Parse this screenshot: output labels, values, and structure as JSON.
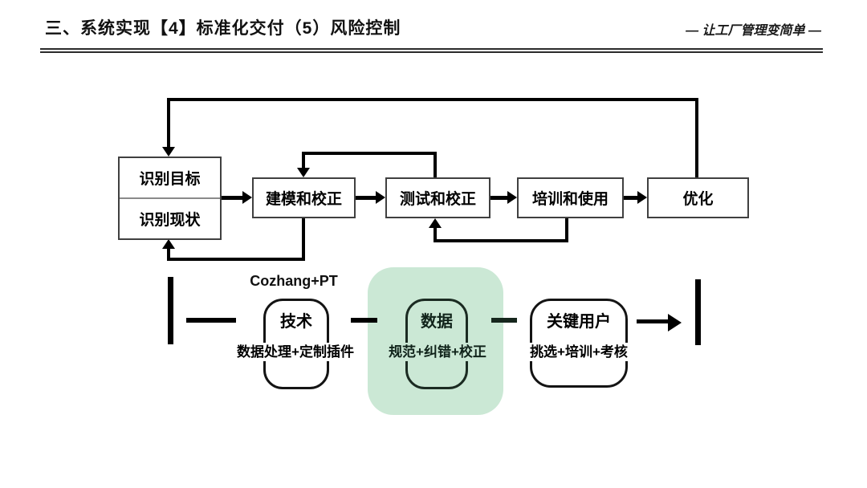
{
  "header": {
    "title": "三、系统实现【4】标准化交付（5）风险控制",
    "slogan": "— 让工厂管理变简单 —"
  },
  "flow": {
    "start": {
      "top": "识别目标",
      "bottom": "识别现状"
    },
    "steps": [
      "建模和校正",
      "测试和校正",
      "培训和使用",
      "优化"
    ]
  },
  "pillars": {
    "annotation": "Cozhang+PT",
    "tech": {
      "title": "技术",
      "detail": "数据处理+定制插件"
    },
    "data": {
      "title": "数据",
      "detail": "规范+纠错+校正"
    },
    "users": {
      "title": "关键用户",
      "detail": "挑选+培训+考核"
    }
  },
  "colors": {
    "highlight_bg": "#cbe8d5",
    "highlight_dark": "#1b2b22",
    "connector": "#000000",
    "box_border": "#404040"
  }
}
